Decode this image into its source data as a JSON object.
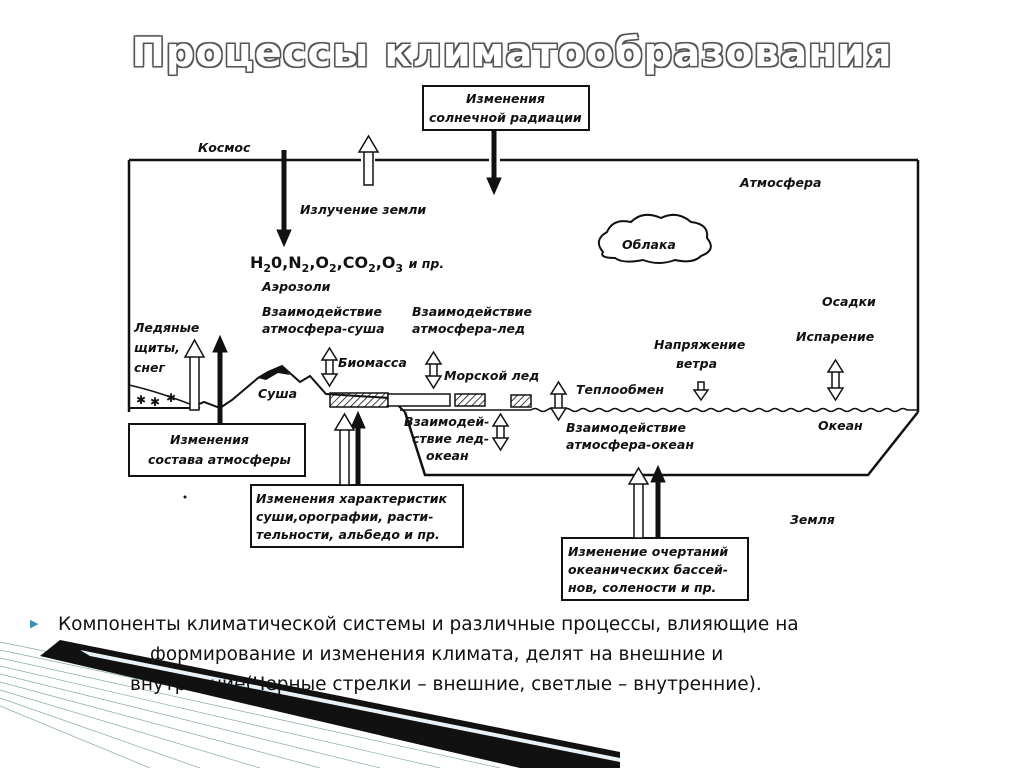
{
  "slide": {
    "title": "Процессы климатообразования",
    "caption": {
      "line1": "Компоненты климатической системы и различные процессы, влияющие на",
      "line2": "формирование и изменения климата, делят на внешние и",
      "line3": "внутренние(Черные стрелки – внешние, светлые – внутренние)."
    }
  },
  "diagram": {
    "labels": {
      "solar_box_1": "Изменения",
      "solar_box_2": "солнечной радиации",
      "kosmos": "Космос",
      "atmosphere": "Атмосфера",
      "earth_radiation": "Излучение земли",
      "clouds": "Облака",
      "aerosols": "Аэрозоли",
      "int_land_1": "Взаимодействие",
      "int_land_2": "атмосфера-суша",
      "int_ice_1": "Взаимодействие",
      "int_ice_2": "атмосфера-лед",
      "precip": "Осадки",
      "evaporation": "Испарение",
      "wind_1": "Напряжение",
      "wind_2": "ветра",
      "ice_sheets_1": "Ледяные",
      "ice_sheets_2": "щиты,",
      "ice_sheets_3": "снег",
      "biomass": "Биомасса",
      "sea_ice": "Морской лед",
      "heat_exchange": "Теплообмен",
      "land": "Суша",
      "ice_ocean_1": "Взаимодей-",
      "ice_ocean_2": "ствие лед-",
      "ice_ocean_3": "океан",
      "atm_ocean_1": "Взаимодействие",
      "atm_ocean_2": "атмосфера-океан",
      "ocean": "Океан",
      "earth": "Земля",
      "comp_box_1": "Изменения",
      "comp_box_2": "состава атмосферы",
      "land_box_1": "Изменения характеристик",
      "land_box_2": "суши,орографии, расти-",
      "land_box_3": "тельности, альбедо и пр.",
      "basin_box_1": "Изменение очертаний",
      "basin_box_2": "океанических бассей-",
      "basin_box_3": "нов, солености и пр."
    },
    "chem": {
      "h2o": "H",
      "h2o_sub": "2",
      "h2o_end": "0,",
      "n2": "N",
      "n2_sub": "2",
      "o2": "O",
      "o2_sub": "2",
      "co2": "CO",
      "co2_sub": "2",
      "o3": "O",
      "o3_sub": "3",
      "etc": "и пр."
    }
  }
}
